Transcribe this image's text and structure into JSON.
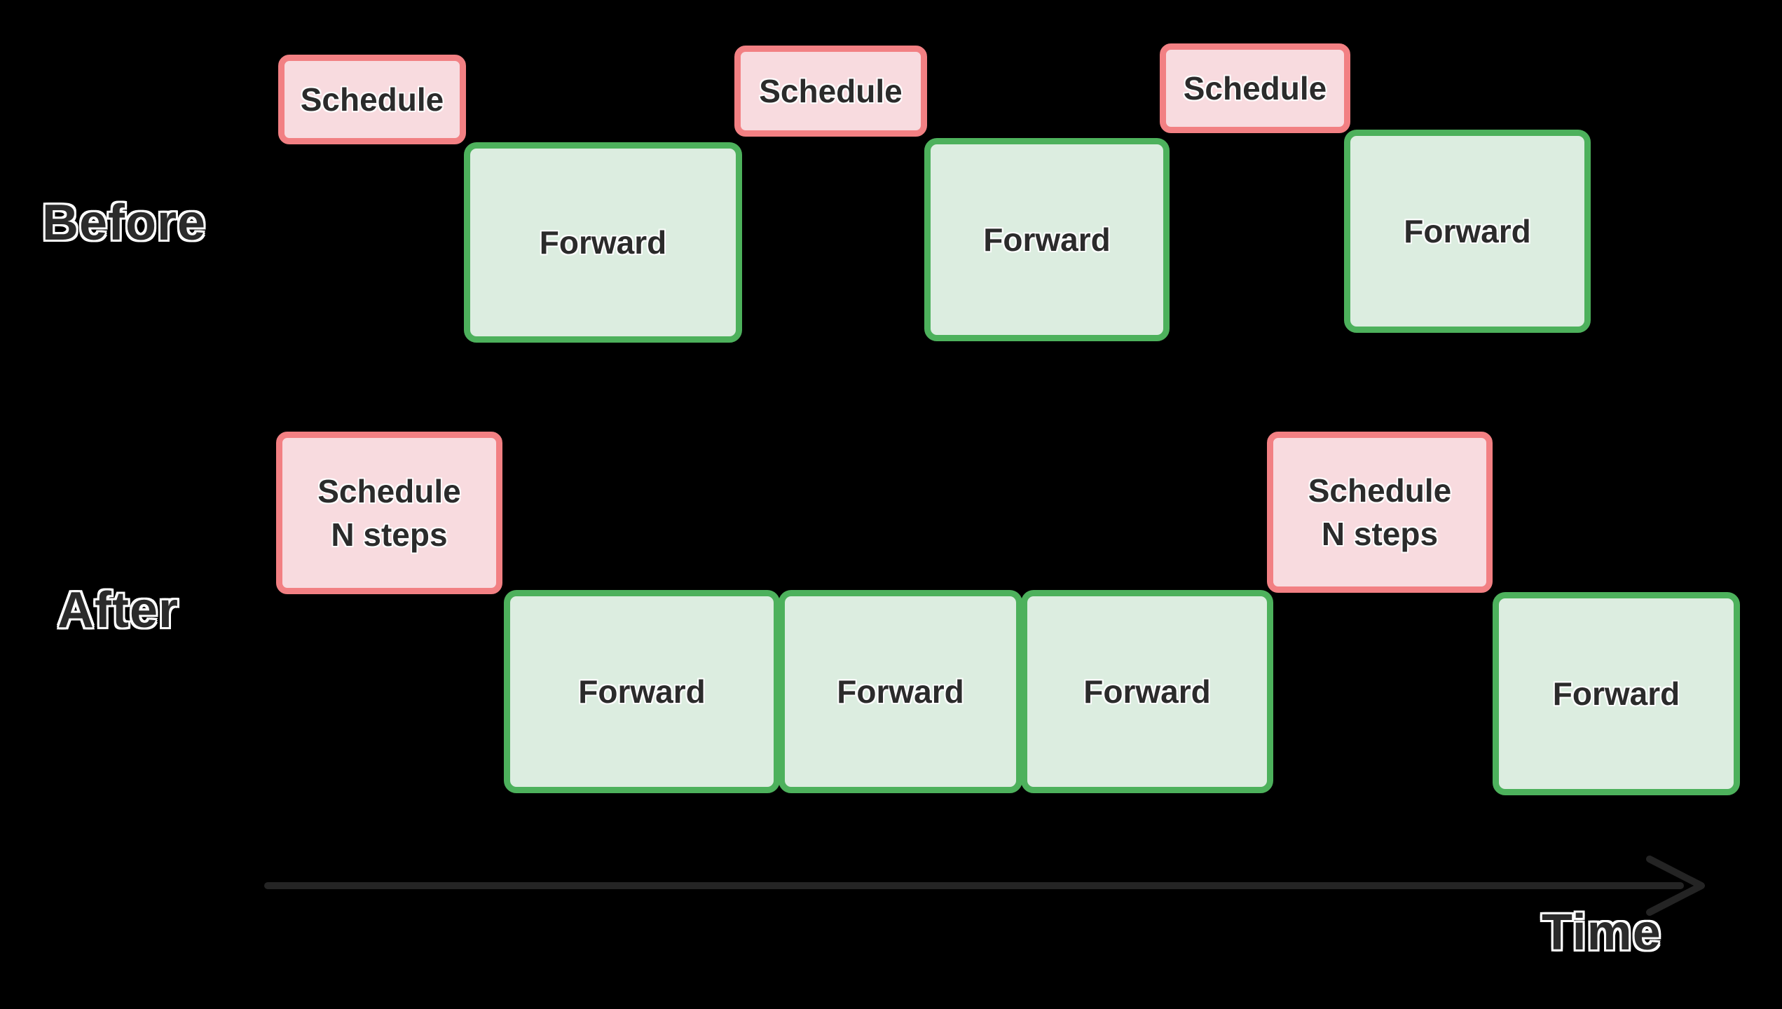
{
  "title": "Scheduling overhead before vs after batching schedule over N steps",
  "colors": {
    "background": "#000000",
    "ink": "#2b2b2b",
    "schedule_border": "#f28083",
    "schedule_fill": "#f8dbdf",
    "forward_border": "#4db15c",
    "forward_fill": "#dcede0",
    "arrow": "#242424"
  },
  "rows": {
    "before": {
      "label": "Before",
      "boxes": [
        {
          "type": "schedule",
          "label": "Schedule"
        },
        {
          "type": "forward",
          "label": "Forward"
        },
        {
          "type": "schedule",
          "label": "Schedule"
        },
        {
          "type": "forward",
          "label": "Forward"
        },
        {
          "type": "schedule",
          "label": "Schedule"
        },
        {
          "type": "forward",
          "label": "Forward"
        }
      ]
    },
    "after": {
      "label": "After",
      "boxes": [
        {
          "type": "schedule",
          "label": "Schedule N steps",
          "lines": [
            "Schedule",
            "N steps"
          ]
        },
        {
          "type": "forward",
          "label": "Forward"
        },
        {
          "type": "forward",
          "label": "Forward"
        },
        {
          "type": "forward",
          "label": "Forward"
        },
        {
          "type": "schedule",
          "label": "Schedule N steps",
          "lines": [
            "Schedule",
            "N steps"
          ]
        },
        {
          "type": "forward",
          "label": "Forward"
        }
      ]
    }
  },
  "timeline": {
    "label": "Time"
  }
}
